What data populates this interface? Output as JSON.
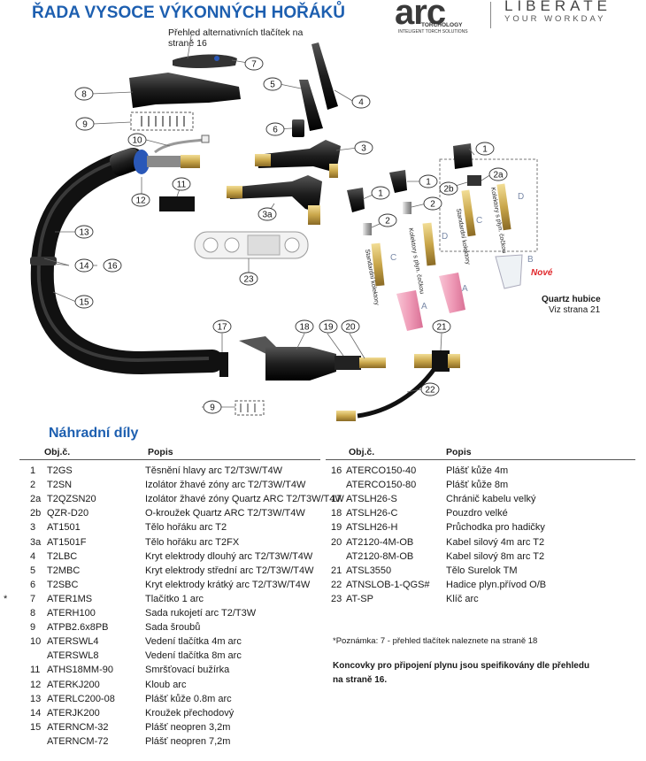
{
  "header": {
    "title": "ŘADA VYSOCE VÝKONNÝCH HOŘÁKŮ",
    "logo": {
      "brand": "arc",
      "sub1": "TORCHOLOGY",
      "sub2": "INTELIGENT TORCH SOLUTIONS",
      "tag1": "LIBERATE",
      "tag2": "YOUR WORKDAY"
    }
  },
  "diagram": {
    "note7": "Přehled alternativních tlačítek na straně 16",
    "callouts": [
      "7",
      "8",
      "9",
      "10",
      "11",
      "12",
      "13",
      "14",
      "16",
      "15",
      "17",
      "18",
      "19",
      "20",
      "21",
      "22",
      "23",
      "5",
      "4",
      "6",
      "3",
      "3a",
      "1",
      "2",
      "2a",
      "2b",
      "A",
      "B",
      "C",
      "D"
    ],
    "rot_labels": [
      "Standardní kolektory",
      "Kolektory s plyn. čočkou"
    ],
    "quartz_title": "Quartz hubice",
    "quartz_sub": "Viz strana 21",
    "new_label": "Nové"
  },
  "parts": {
    "title": "Náhradní díly",
    "col_ref": "Obj.č.",
    "col_desc": "Popis",
    "left": [
      {
        "num": "1",
        "ref": "T2GS",
        "desc": "Těsnění hlavy arc T2/T3W/T4W"
      },
      {
        "num": "2",
        "ref": "T2SN",
        "desc": "Izolátor žhavé zóny arc T2/T3W/T4W"
      },
      {
        "num": "2a",
        "ref": "T2QZSN20",
        "desc": "Izolátor žhavé zóny Quartz ARC T2/T3W/T4W"
      },
      {
        "num": "2b",
        "ref": "QZR-D20",
        "desc": "O-kroužek Quartz ARC T2/T3W/T4W"
      },
      {
        "num": "3",
        "ref": "AT1501",
        "desc": "Tělo hořáku arc T2"
      },
      {
        "num": "3a",
        "ref": "AT1501F",
        "desc": "Tělo hořáku arc T2FX"
      },
      {
        "num": "4",
        "ref": "T2LBC",
        "desc": "Kryt elektrody dlouhý arc T2/T3W/T4W"
      },
      {
        "num": "5",
        "ref": "T2MBC",
        "desc": "Kryt elektrody střední arc T2/T3W/T4W"
      },
      {
        "num": "6",
        "ref": "T2SBC",
        "desc": "Kryt elektrody krátký arc T2/T3W/T4W"
      },
      {
        "num": "7",
        "ref": "ATER1MS",
        "desc": "Tlačítko 1 arc",
        "star": "*"
      },
      {
        "num": "8",
        "ref": "ATERH100",
        "desc": "Sada rukojetí arc T2/T3W"
      },
      {
        "num": "9",
        "ref": "ATPB2.6x8PB",
        "desc": "Sada šroubů"
      },
      {
        "num": "10",
        "ref": "ATERSWL4",
        "desc": "Vedení tlačítka 4m arc"
      },
      {
        "num": "",
        "ref": "ATERSWL8",
        "desc": "Vedení tlačítka 8m arc"
      },
      {
        "num": "11",
        "ref": "ATHS18MM-90",
        "desc": "Smršťovací bužírka"
      },
      {
        "num": "12",
        "ref": "ATERKJ200",
        "desc": "Kloub arc"
      },
      {
        "num": "13",
        "ref": "ATERLC200-08",
        "desc": "Plášť kůže 0.8m arc"
      },
      {
        "num": "14",
        "ref": "ATERJK200",
        "desc": "Kroužek přechodový"
      },
      {
        "num": "15",
        "ref": "ATERNCM-32",
        "desc": "Plášť neopren 3,2m"
      },
      {
        "num": "",
        "ref": "ATERNCM-72",
        "desc": "Plášť neopren 7,2m"
      }
    ],
    "right": [
      {
        "num": "16",
        "ref": "ATERCO150-40",
        "desc": "Plášť kůže 4m"
      },
      {
        "num": "",
        "ref": "ATERCO150-80",
        "desc": "Plášť kůže 8m"
      },
      {
        "num": "17",
        "ref": "ATSLH26-S",
        "desc": "Chránič kabelu velký"
      },
      {
        "num": "18",
        "ref": "ATSLH26-C",
        "desc": "Pouzdro velké"
      },
      {
        "num": "19",
        "ref": "ATSLH26-H",
        "desc": "Průchodka pro hadičky"
      },
      {
        "num": "20",
        "ref": "AT2120-4M-OB",
        "desc": "Kabel silový 4m arc T2"
      },
      {
        "num": "",
        "ref": "AT2120-8M-OB",
        "desc": "Kabel silový 8m arc T2"
      },
      {
        "num": "21",
        "ref": "ATSL3550",
        "desc": "Tělo Surelok TM"
      },
      {
        "num": "22",
        "ref": "ATNSLOB-1-QGS#",
        "desc": "Hadice plyn.přívod O/B"
      },
      {
        "num": "23",
        "ref": "AT-SP",
        "desc": "Klíč arc"
      }
    ],
    "footnote": "*Poznámka: 7 - přehled tlačítek naleznete na straně 18",
    "conclusion": "Koncovky pro připojení plynu jsou speifikovány dle přehledu na straně 16."
  },
  "colors": {
    "title_blue": "#1d5fb0",
    "cable_black": "#1c1c1c",
    "brass": "#c9a64a",
    "pink_nozzle": "#ef9bb7",
    "accent_blue": "#2a58b8",
    "new_red": "#e0262a"
  }
}
